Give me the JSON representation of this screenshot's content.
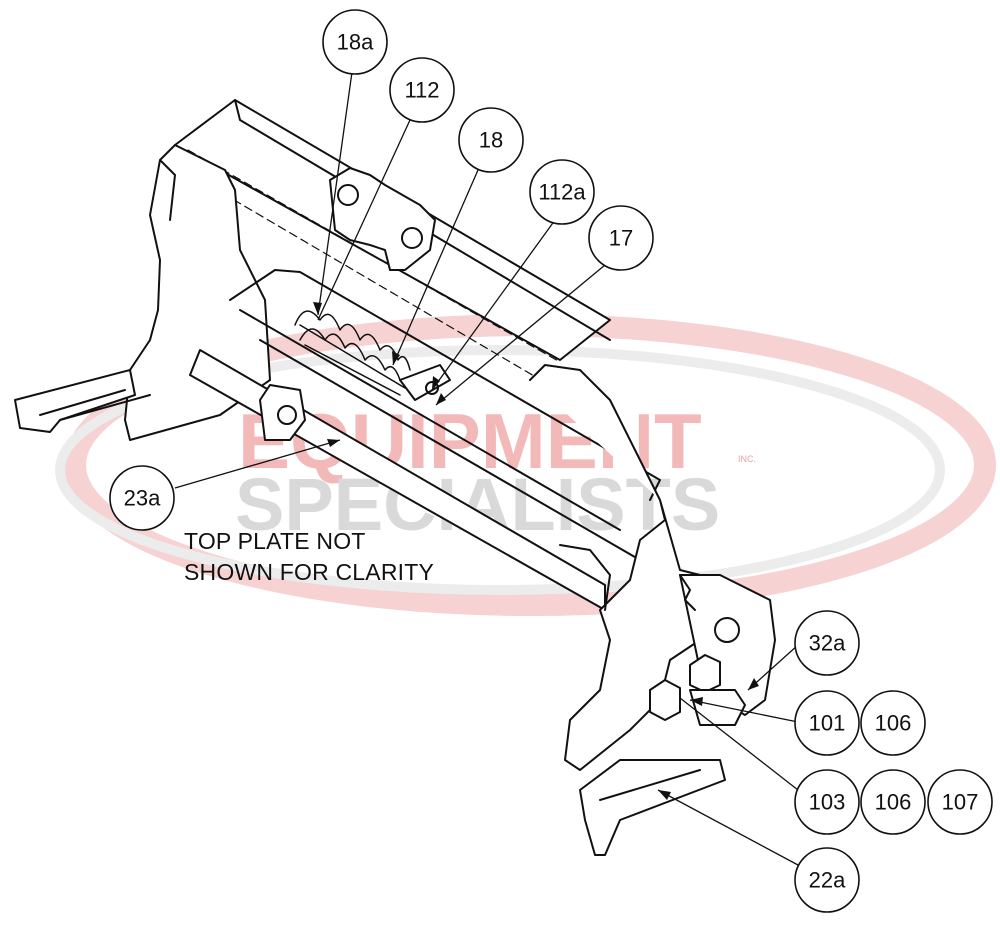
{
  "watermark": {
    "line1": "EQUIPMENT",
    "line2": "SPECIALISTS",
    "suffix": "INC."
  },
  "note": {
    "line1": "TOP PLATE NOT",
    "line2": "SHOWN FOR CLARITY"
  },
  "callouts": {
    "c18a": "18a",
    "c112": "112",
    "c18": "18",
    "c112a": "112a",
    "c17": "17",
    "c23a": "23a",
    "c32a": "32a",
    "c101": "101",
    "c106a": "106",
    "c103": "103",
    "c106b": "106",
    "c107": "107",
    "c22a": "22a"
  }
}
